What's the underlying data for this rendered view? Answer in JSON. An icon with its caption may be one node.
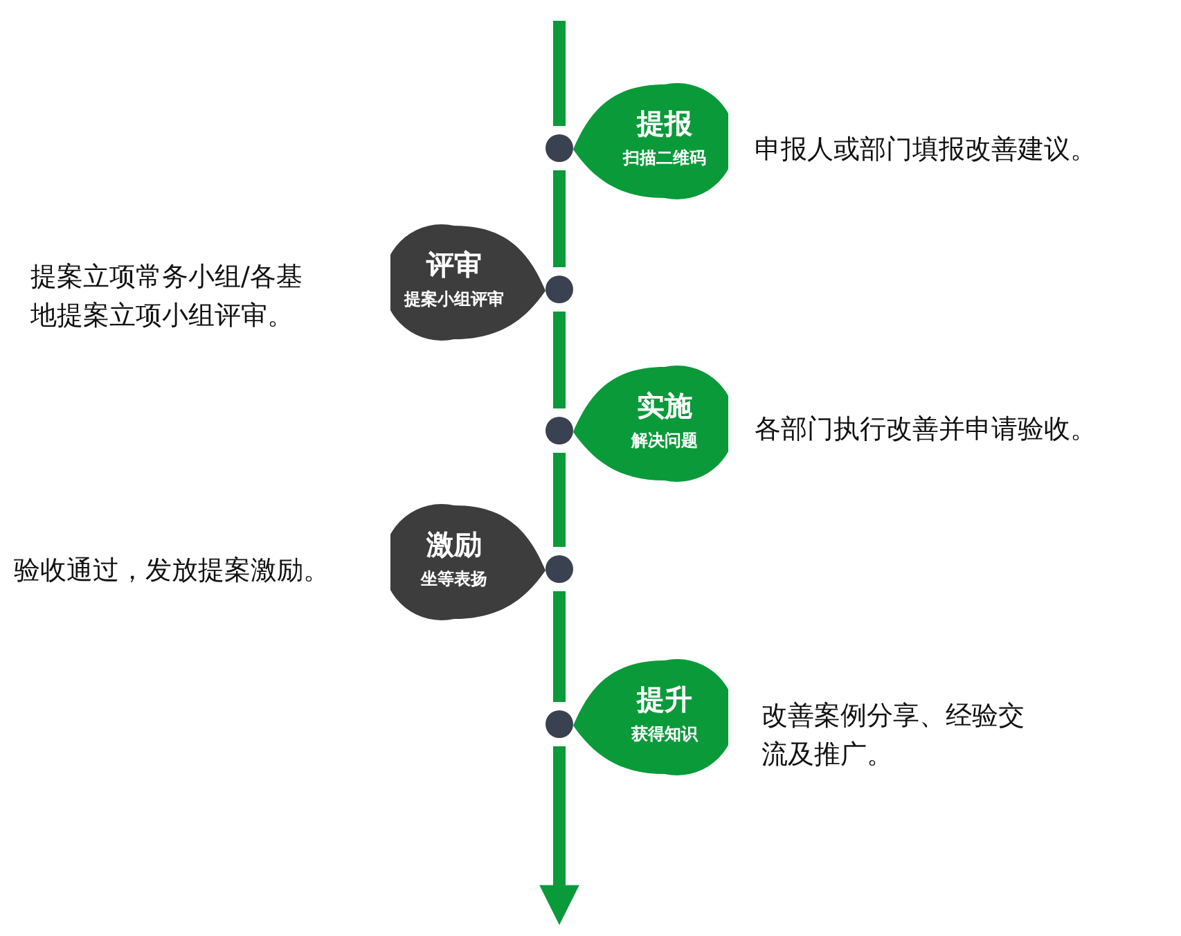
{
  "diagram": {
    "nodes": [
      {
        "text": [
          "提报",
          "扫描二维码"
        ],
        "beside": [
          "申报人或部门填报改善建议。"
        ]
      },
      {
        "text": [
          "评审",
          "提案小组评审"
        ],
        "beside": [
          "提案立项常务小组/各基地提案立项小组评审。"
        ]
      },
      {
        "text": [
          "实施",
          "解决问题"
        ],
        "beside": [
          "各部门执行改善并申请验收。"
        ]
      },
      {
        "text": [
          "激励",
          "坐等表扬"
        ],
        "beside": [
          "验收通过，发放提案激励。"
        ]
      },
      {
        "text": [
          "提升",
          "获得知识"
        ],
        "beside": [
          "改善案例分享、经验交流及推广。"
        ]
      },
      {
        "text": [],
        "shape": "circle"
      },
      {
        "text": [],
        "shape": "circle"
      },
      {
        "text": [],
        "shape": "circle"
      },
      {
        "text": [],
        "shape": "circle"
      },
      {
        "text": [],
        "shape": "circle"
      }
    ],
    "edges": [
      {
        "from": null,
        "to": 5,
        "arrow": "none"
      },
      {
        "from": 5,
        "to": 6,
        "arrow": "none"
      },
      {
        "from": 6,
        "to": 7,
        "arrow": "none"
      },
      {
        "from": 7,
        "to": 8,
        "arrow": "none"
      },
      {
        "from": 8,
        "to": 9,
        "arrow": "none"
      },
      {
        "from": 9,
        "to": null,
        "arrow": "to"
      }
    ]
  }
}
